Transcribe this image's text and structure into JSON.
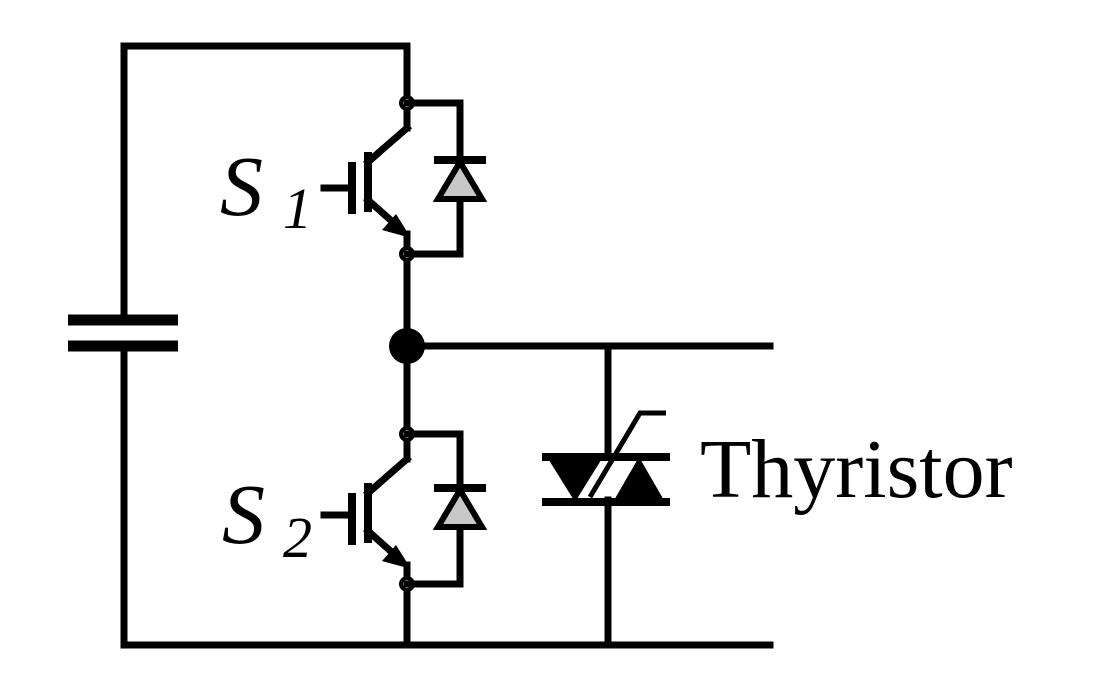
{
  "switches": [
    {
      "symbol": "S",
      "index": "1"
    },
    {
      "symbol": "S",
      "index": "2"
    }
  ],
  "thyristor": {
    "label": "Thyristor"
  },
  "colors": {
    "line": "#000000",
    "diode_fill": "#c8c8c8",
    "background": "#ffffff"
  }
}
